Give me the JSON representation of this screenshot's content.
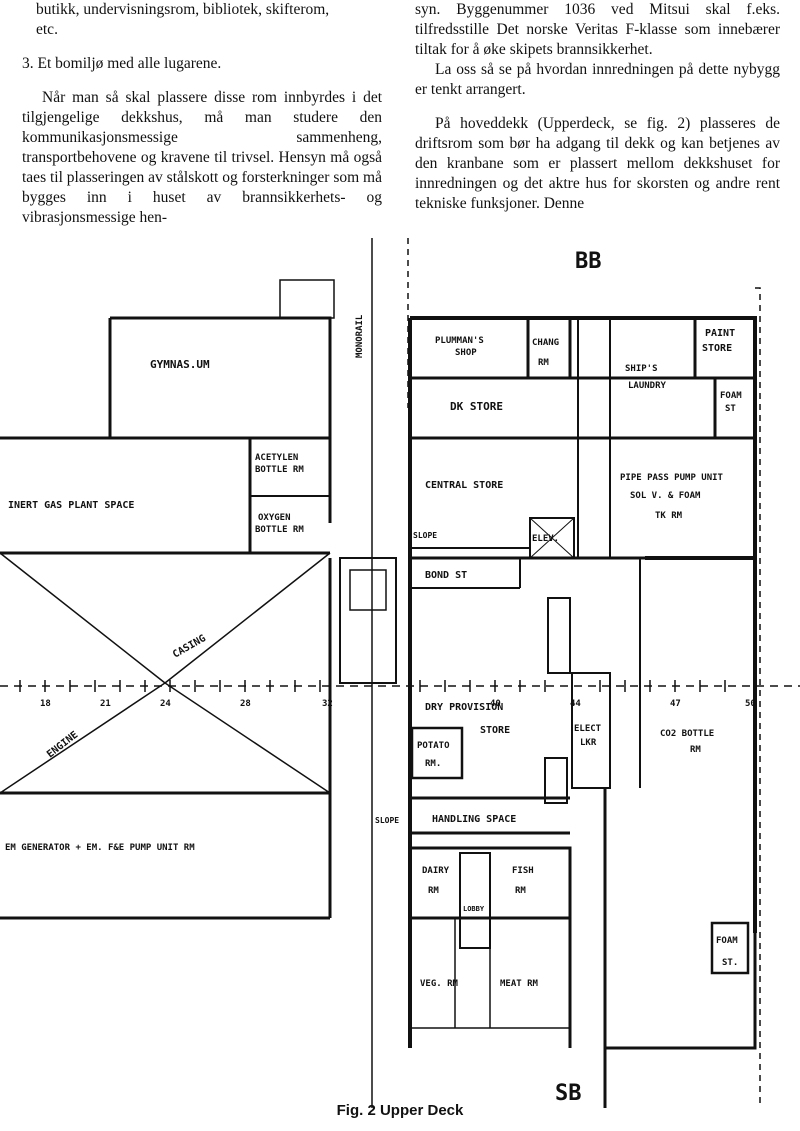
{
  "left_column": {
    "line_1": "butikk, undervisningsrom, bibliotek, skifterom,",
    "line_2": "etc.",
    "item_3": "3.  Et bomiljø med alle lugarene.",
    "para": "Når man så skal plassere disse rom innbyrdes i det tilgjengelige dekkshus, må man studere den kommunikasjonsmessige sammenheng, transportbehovene og kravene til trivsel. Hensyn må også taes til plasseringen av stålskott og forsterkninger som må bygges inn i huset av brannsikkerhets- og vibrasjonsmessige hen-"
  },
  "right_column": {
    "para_1": "syn. Byggenummer 1036 ved Mitsui skal f.eks. tilfredsstille Det norske Veritas F-klasse som innebærer tiltak for å øke skipets brannsikkerhet.",
    "para_2": "La oss så se på hvordan innredningen på dette nybygg er tenkt arrangert.",
    "para_3": "På hoveddekk (Upperdeck, se fig. 2) plasseres de driftsrom som bør ha adgang til dekk og kan betjenes av den kranbane som er plassert mellom dekkshuset for innredningen og det aktre hus for skorsten og andre rent tekniske funksjoner. Denne"
  },
  "plan_labels": {
    "bb": "BB",
    "sb": "SB",
    "gymnasium": "GYMNAS.UM",
    "acetylen": "ACETYLEN",
    "acetylen_2": "BOTTLE RM",
    "oxygen": "OXYGEN",
    "oxygen_2": "BOTTLE RM",
    "inert_gas": "INERT GAS PLANT SPACE",
    "casing": "CASING",
    "engine": "ENGINE",
    "em_generator": "EM GENERATOR + EM. F&E PUMP UNIT RM",
    "monorail": "MONORAIL",
    "plumbers_shop": "PLUMMAN'S",
    "plumbers_shop_2": "SHOP",
    "chang_rm": "CHANG",
    "chang_rm_2": "RM",
    "paint_store": "PAINT",
    "paint_store_2": "STORE",
    "ships_laundry": "SHIP'S",
    "ships_laundry_2": "LAUNDRY",
    "foam_st_top": "FOAM",
    "foam_st_top_2": "ST",
    "dk_store": "DK STORE",
    "central_store": "CENTRAL STORE",
    "pipe_pass": "PIPE PASS PUMP UNIT",
    "pipe_pass_2": "SOL V. & FOAM",
    "pipe_pass_3": "TK RM",
    "slope_1": "SLOPE",
    "elev": "ELEV.",
    "bond_st": "BOND ST",
    "dry_provision": "DRY PROVISION",
    "dry_provision_2": "STORE",
    "elect_lkr": "ELECT",
    "elect_lkr_2": "LKR",
    "co2_bottle": "CO2 BOTTLE",
    "co2_bottle_2": "RM",
    "potato_rm": "POTATO",
    "potato_rm_2": "RM.",
    "slope_2": "SLOPE",
    "handling_space": "HANDLING SPACE",
    "dairy_rm": "DAIRY",
    "dairy_rm_2": "RM",
    "lobby": "LOBBY",
    "fish_rm": "FISH",
    "fish_rm_2": "RM",
    "veg_rm": "VEG. RM",
    "meat_rm": "MEAT RM",
    "foam_st_bottom": "FOAM",
    "foam_st_bottom_2": "ST.",
    "frame_18": "18",
    "frame_21": "21",
    "frame_24": "24",
    "frame_28": "28",
    "frame_32": "32",
    "frame_40": "40",
    "frame_44": "44",
    "frame_47": "47",
    "frame_50": "50"
  },
  "caption": "Fig. 2  Upper Deck"
}
